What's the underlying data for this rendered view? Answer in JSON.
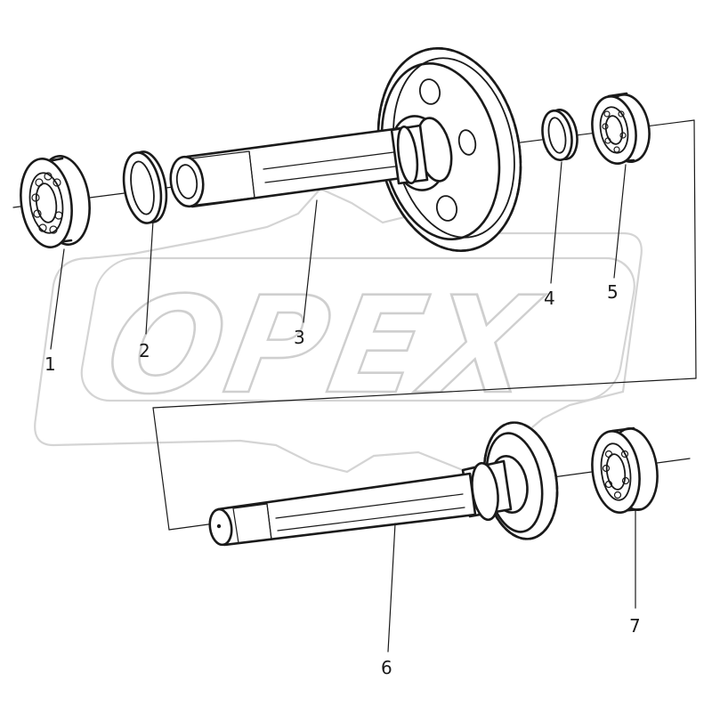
{
  "diagram": {
    "watermark_text": "OPEX",
    "parts": [
      {
        "callout": "1"
      },
      {
        "callout": "2"
      },
      {
        "callout": "3"
      },
      {
        "callout": "4"
      },
      {
        "callout": "5"
      },
      {
        "callout": "6"
      },
      {
        "callout": "7"
      }
    ]
  }
}
